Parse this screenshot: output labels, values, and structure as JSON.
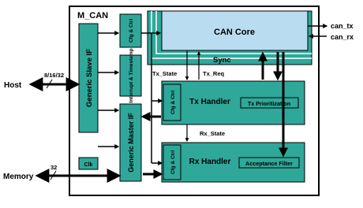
{
  "diagram": {
    "title": "M_CAN",
    "blocks": {
      "generic_slave_if": "Generic Slave IF",
      "generic_master_if": "Generic Master IF",
      "clk": "Clk",
      "cfg_ctrl_top": "Cfg & Ctrl",
      "interrupt_timestamp": "Interrupt & Timestamp",
      "can_core": "CAN Core",
      "sync": "Sync",
      "tx_handler": "Tx Handler",
      "tx_prioritization": "Tx Prioritization",
      "cfg_ctrl_tx": "Cfg & Ctrl",
      "rx_handler": "Rx Handler",
      "acceptance_filter": "Acceptance Filter",
      "cfg_ctrl_rx": "Cfg & Ctrl"
    },
    "signals": {
      "tx_state": "Tx_State",
      "tx_req": "Tx_Req",
      "rx_state": "Rx_State"
    },
    "ports": {
      "host": "Host",
      "host_width": "8/16/32",
      "memory": "Memory",
      "memory_width": "32",
      "can_tx": "can_tx",
      "can_rx": "can_rx"
    },
    "colors": {
      "teal": "#2fa89a",
      "can_core_fill": "#b9dcf0",
      "outline": "#000000",
      "background": "#ffffff"
    }
  }
}
